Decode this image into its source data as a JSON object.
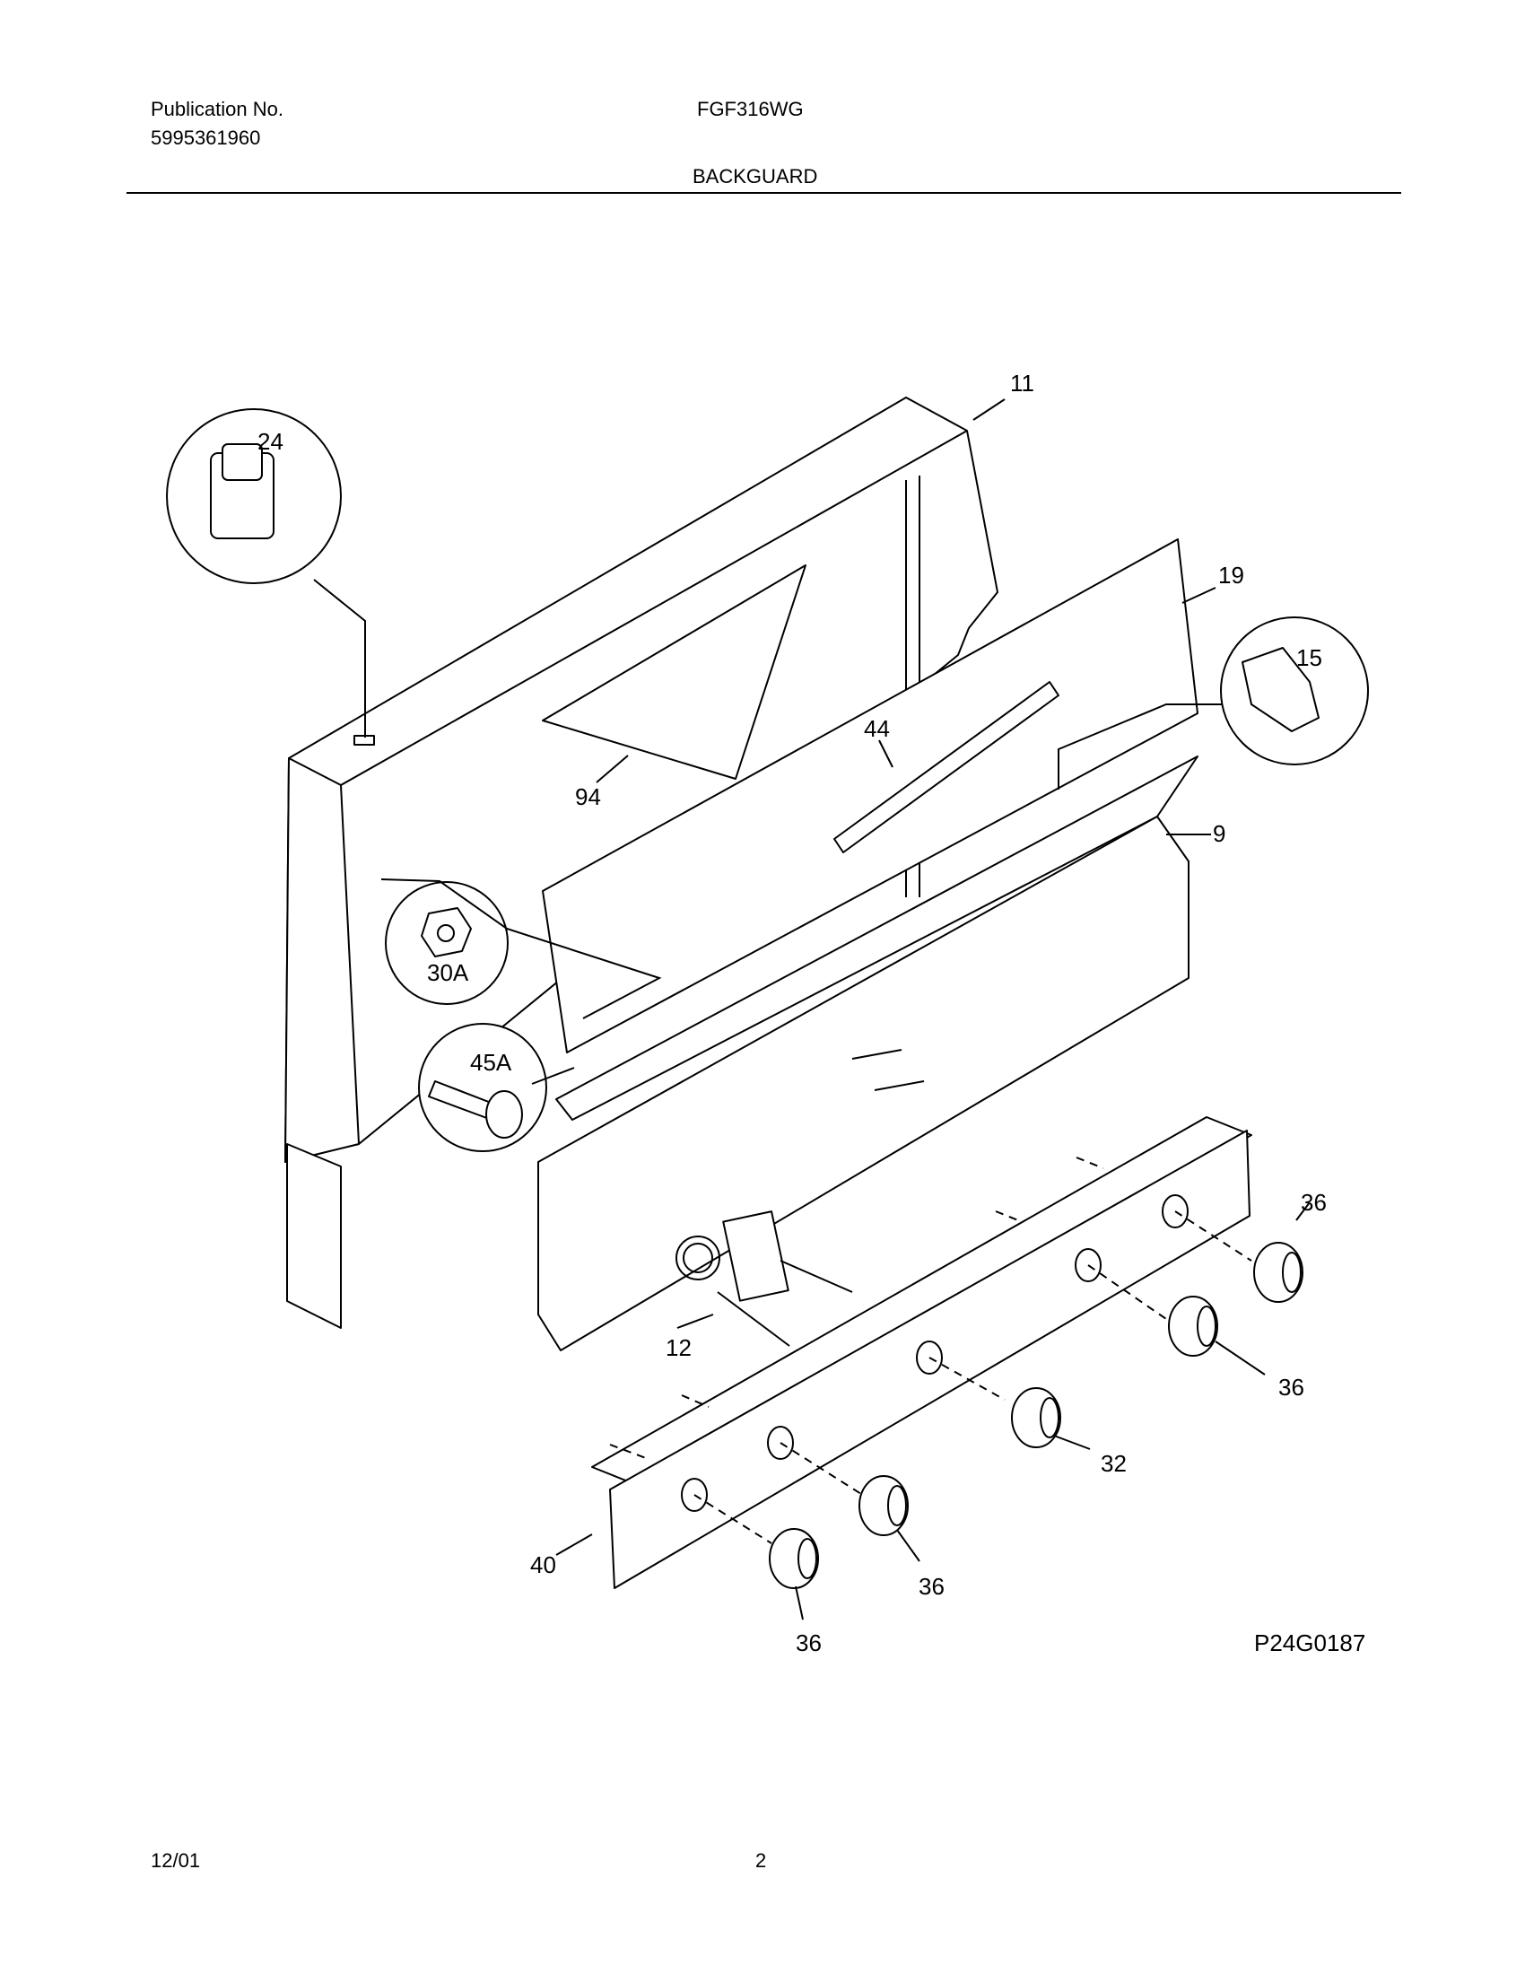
{
  "header": {
    "publication_label": "Publication No.",
    "publication_number": "5995361960",
    "model": "FGF316WG",
    "section_title": "BACKGUARD"
  },
  "diagram": {
    "reference_code": "P24G0187",
    "callouts": {
      "c11": "11",
      "c24": "24",
      "c19": "19",
      "c15": "15",
      "c44": "44",
      "c94": "94",
      "c9": "9",
      "c30a": "30A",
      "c45a": "45A",
      "c36a": "36",
      "c36b": "36",
      "c12": "12",
      "c32": "32",
      "c36c": "36",
      "c40": "40",
      "c36d": "36"
    }
  },
  "footer": {
    "date": "12/01",
    "page_number": "2"
  }
}
